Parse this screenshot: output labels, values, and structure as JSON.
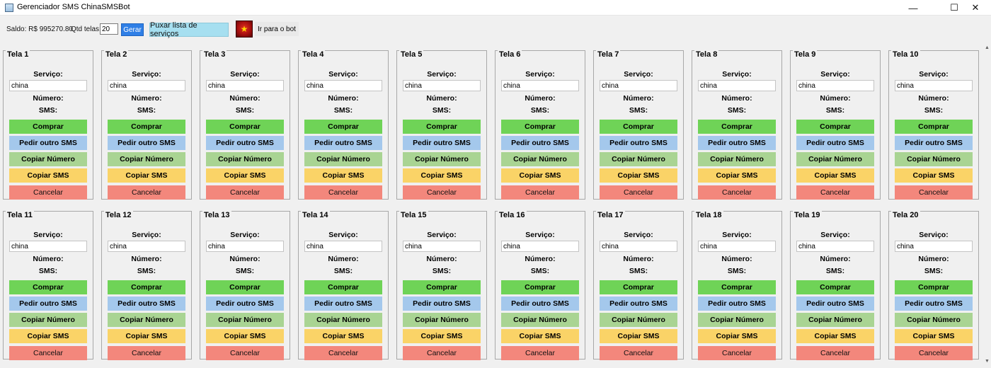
{
  "window": {
    "title": "Gerenciador SMS ChinaSMSBot",
    "minimize": "—",
    "maximize": "☐",
    "close": "✕"
  },
  "toolbar": {
    "saldo": "Saldo: R$ 995270.80",
    "qtd_label": "Qtd telas:",
    "qtd_value": "20",
    "gerar_label": "Gerar",
    "puxar_label": "Puxar lista de serviços",
    "ir_label": "Ir para o bot"
  },
  "panel_labels": {
    "servico": "Serviço:",
    "numero": "Número:",
    "sms": "SMS:",
    "comprar": "Comprar",
    "pedir": "Pedir outro SMS",
    "copiar_numero": "Copiar Número",
    "copiar_sms": "Copiar SMS",
    "cancelar": "Cancelar"
  },
  "panels": [
    {
      "title": "Tela 1",
      "service": "china"
    },
    {
      "title": "Tela 2",
      "service": "china"
    },
    {
      "title": "Tela 3",
      "service": "china"
    },
    {
      "title": "Tela 4",
      "service": "china"
    },
    {
      "title": "Tela 5",
      "service": "china"
    },
    {
      "title": "Tela 6",
      "service": "china"
    },
    {
      "title": "Tela 7",
      "service": "china"
    },
    {
      "title": "Tela 8",
      "service": "china"
    },
    {
      "title": "Tela 9",
      "service": "china"
    },
    {
      "title": "Tela 10",
      "service": "china"
    },
    {
      "title": "Tela 11",
      "service": "china"
    },
    {
      "title": "Tela 12",
      "service": "china"
    },
    {
      "title": "Tela 13",
      "service": "china"
    },
    {
      "title": "Tela 14",
      "service": "china"
    },
    {
      "title": "Tela 15",
      "service": "china"
    },
    {
      "title": "Tela 16",
      "service": "china"
    },
    {
      "title": "Tela 17",
      "service": "china"
    },
    {
      "title": "Tela 18",
      "service": "china"
    },
    {
      "title": "Tela 19",
      "service": "china"
    },
    {
      "title": "Tela 20",
      "service": "china"
    }
  ],
  "colors": {
    "comprar": "#6fd357",
    "pedir": "#a4c8ec",
    "copiar_numero": "#a9d493",
    "copiar_sms": "#fad367",
    "cancelar": "#f3877c",
    "gerar": "#2f7fe6",
    "puxar": "#a6dff0"
  }
}
